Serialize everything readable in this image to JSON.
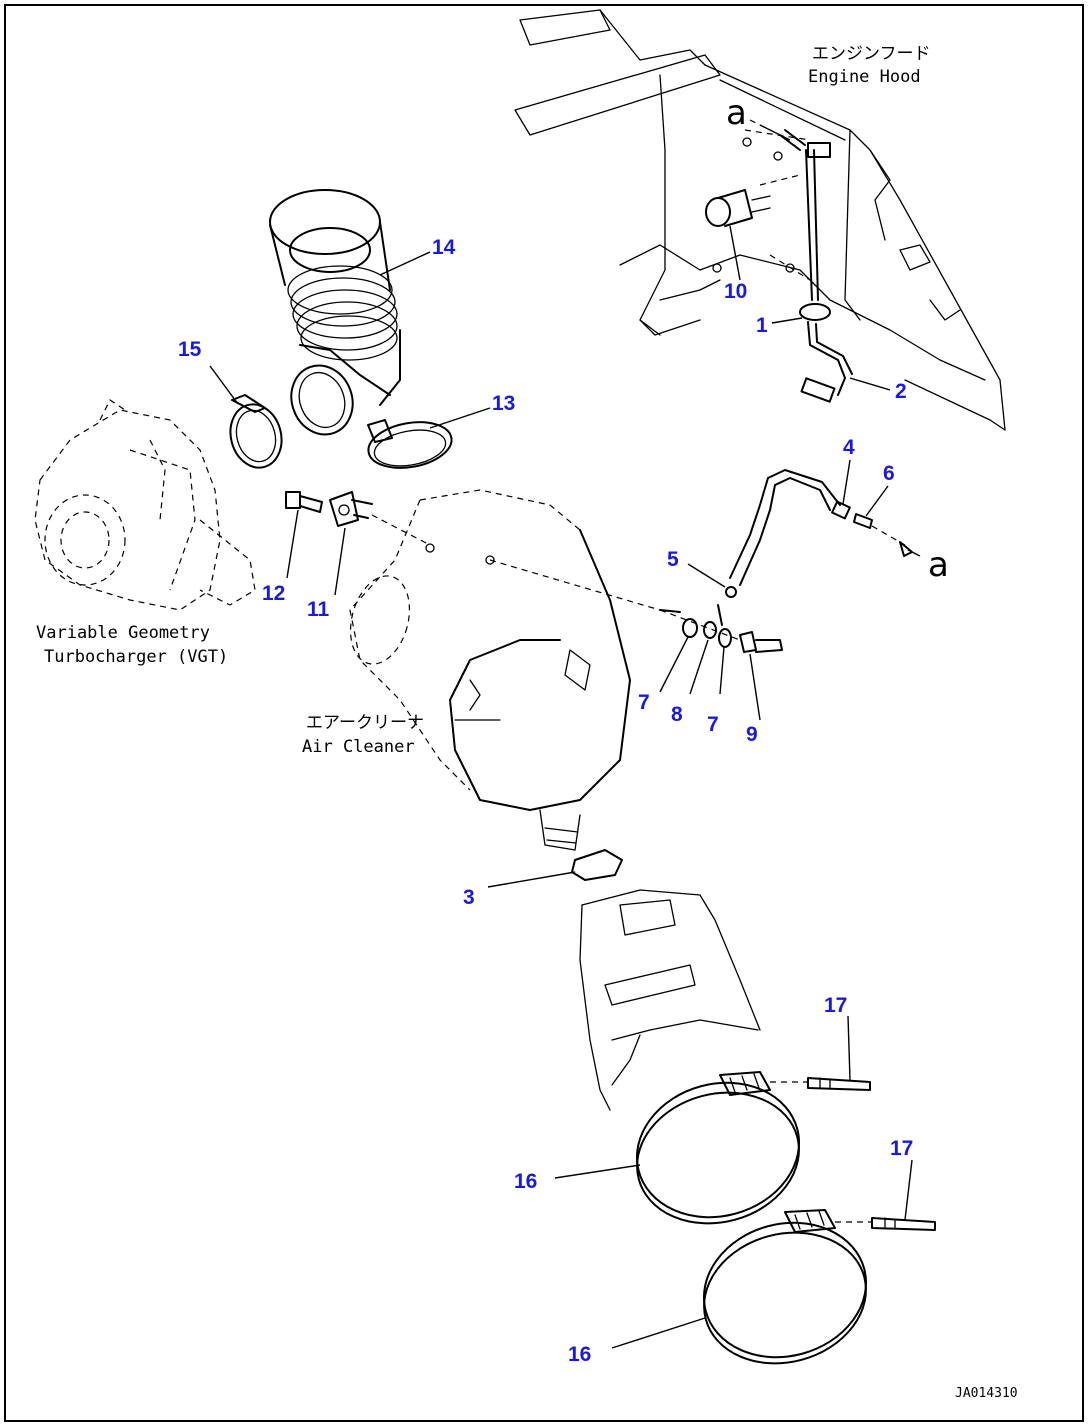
{
  "labels": {
    "engine_hood_jp": "エンジンフード",
    "engine_hood_en": "Engine Hood",
    "vgt_line1": "Variable Geometry",
    "vgt_line2": "Turbocharger (VGT)",
    "air_cleaner_jp": "エアークリーナ",
    "air_cleaner_en": "Air Cleaner",
    "ref_a_top": "a",
    "ref_a_right": "a",
    "drawing_no": "JA014310"
  },
  "callouts": {
    "c1": "1",
    "c2": "2",
    "c3": "3",
    "c4": "4",
    "c5": "5",
    "c6": "6",
    "c7a": "7",
    "c7b": "7",
    "c8": "8",
    "c9": "9",
    "c10": "10",
    "c11": "11",
    "c12": "12",
    "c13": "13",
    "c14": "14",
    "c15": "15",
    "c16a": "16",
    "c16b": "16",
    "c17a": "17",
    "c17b": "17"
  },
  "colors": {
    "callout": "#1a1adf",
    "line": "#000000"
  }
}
